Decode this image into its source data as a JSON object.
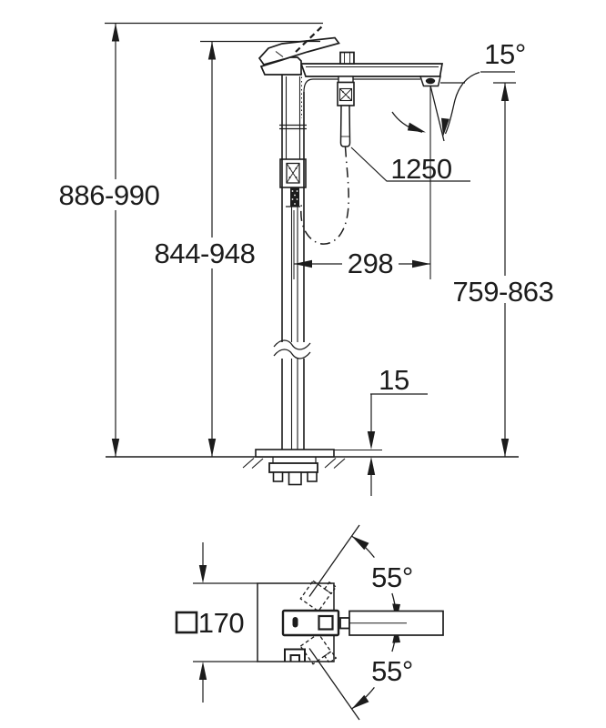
{
  "front_view": {
    "height_overall": "886-990",
    "height_handle": "844-948",
    "hose_length": "1250",
    "spout_reach": "298",
    "spout_height": "759-863",
    "base_plate_height": "15",
    "spout_angle": "15°"
  },
  "top_view": {
    "base_symbol": "□",
    "base_size": "170",
    "swivel_angle_upper": "55°",
    "swivel_angle_lower": "55°"
  },
  "colors": {
    "ink": "#1c1c1c",
    "background": "#ffffff"
  }
}
